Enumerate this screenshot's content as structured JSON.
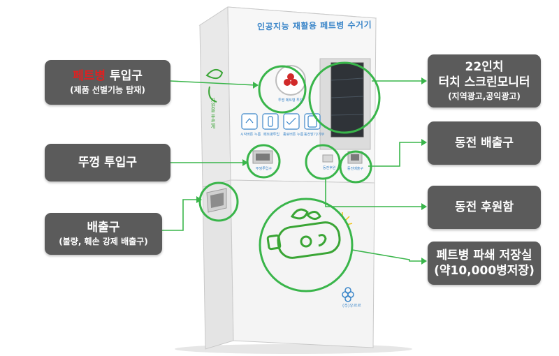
{
  "labels": {
    "pet_inlet": {
      "highlight": "페트병",
      "main_rest": " 투입구",
      "sub": "(제품 선별기능 탑재)"
    },
    "cap_inlet": {
      "main": "뚜껑 투입구"
    },
    "discharge": {
      "main": "배출구",
      "sub": "(불량, 훼손 강제 배출구)"
    },
    "touchscreen": {
      "line1": "22인치",
      "line2": "터치 스크린모니터",
      "sub": "(지역광고,공익광고)"
    },
    "coin_outlet": {
      "main": "동전 배출구"
    },
    "coin_donation": {
      "main": "동전 후원함"
    },
    "storage": {
      "line1": "페트병 파쇄 저장실",
      "line2": "(약10,000병저장)"
    }
  },
  "machine": {
    "title": "인공지능 재활용 페트병 수거기",
    "side_text": "자원을 푸르게",
    "pet_slot_caption": "투명 페트병 투입",
    "cap_slot_caption": "뚜껑투입구",
    "coin_outlet_caption": "동전배출구",
    "coin_donation_caption": "동전후원",
    "steps": [
      "시작버튼 누름",
      "페트병투입",
      "종료버튼 누름",
      "동전받기/기부"
    ],
    "brand": "(주)우르르"
  },
  "colors": {
    "callout_green": "#39b54a",
    "label_bg": "#5b5b5b",
    "highlight_red": "#e02020",
    "machine_blue": "#3b86c9"
  }
}
